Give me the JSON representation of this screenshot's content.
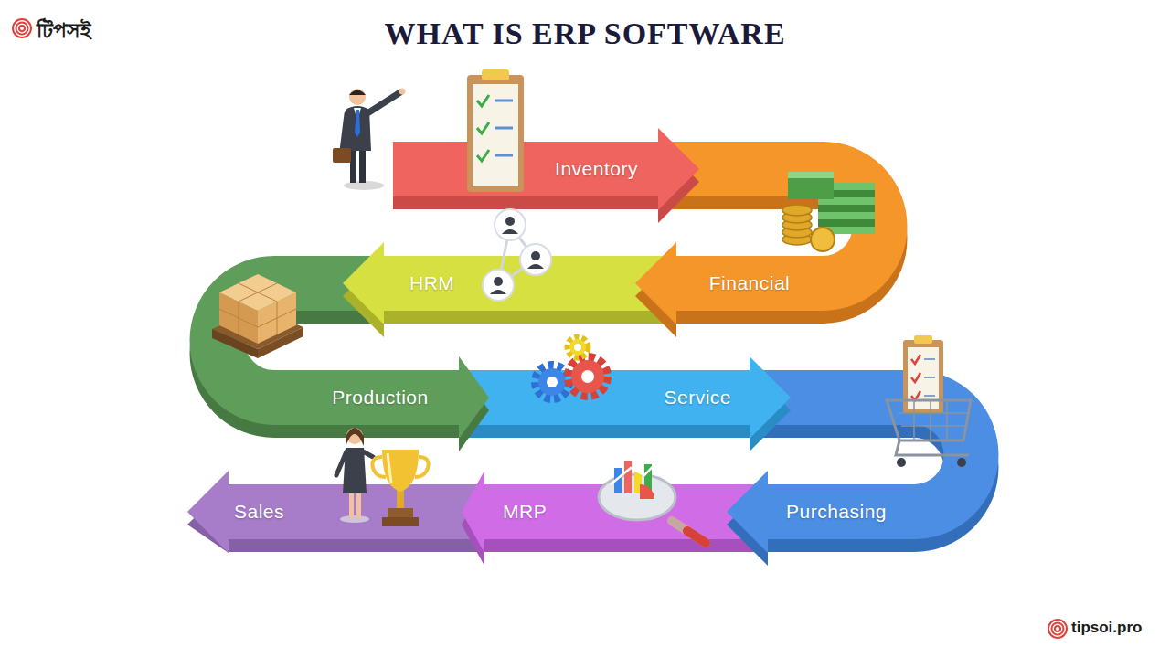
{
  "diagram": {
    "title": "WHAT IS ERP SOFTWARE",
    "nodes": [
      {
        "text": [
          "Inventory"
        ]
      },
      {
        "text": [
          "Financial"
        ]
      },
      {
        "text": [
          "HRM"
        ]
      },
      {
        "text": [
          "Production"
        ]
      },
      {
        "text": [
          "Service"
        ]
      },
      {
        "text": [
          "Purchasing"
        ]
      },
      {
        "text": [
          "MRP"
        ]
      },
      {
        "text": [
          "Sales"
        ]
      }
    ],
    "edges": [
      {
        "from": 0,
        "to": 1,
        "arrow": "to"
      },
      {
        "from": 1,
        "to": 2,
        "arrow": "to"
      },
      {
        "from": 2,
        "to": 3,
        "arrow": "to"
      },
      {
        "from": 3,
        "to": 4,
        "arrow": "to"
      },
      {
        "from": 4,
        "to": 5,
        "arrow": "to"
      },
      {
        "from": 5,
        "to": 6,
        "arrow": "to"
      },
      {
        "from": 6,
        "to": 7,
        "arrow": "to"
      }
    ],
    "labels": [
      "টিপসই",
      "tipsoi.pro"
    ]
  }
}
